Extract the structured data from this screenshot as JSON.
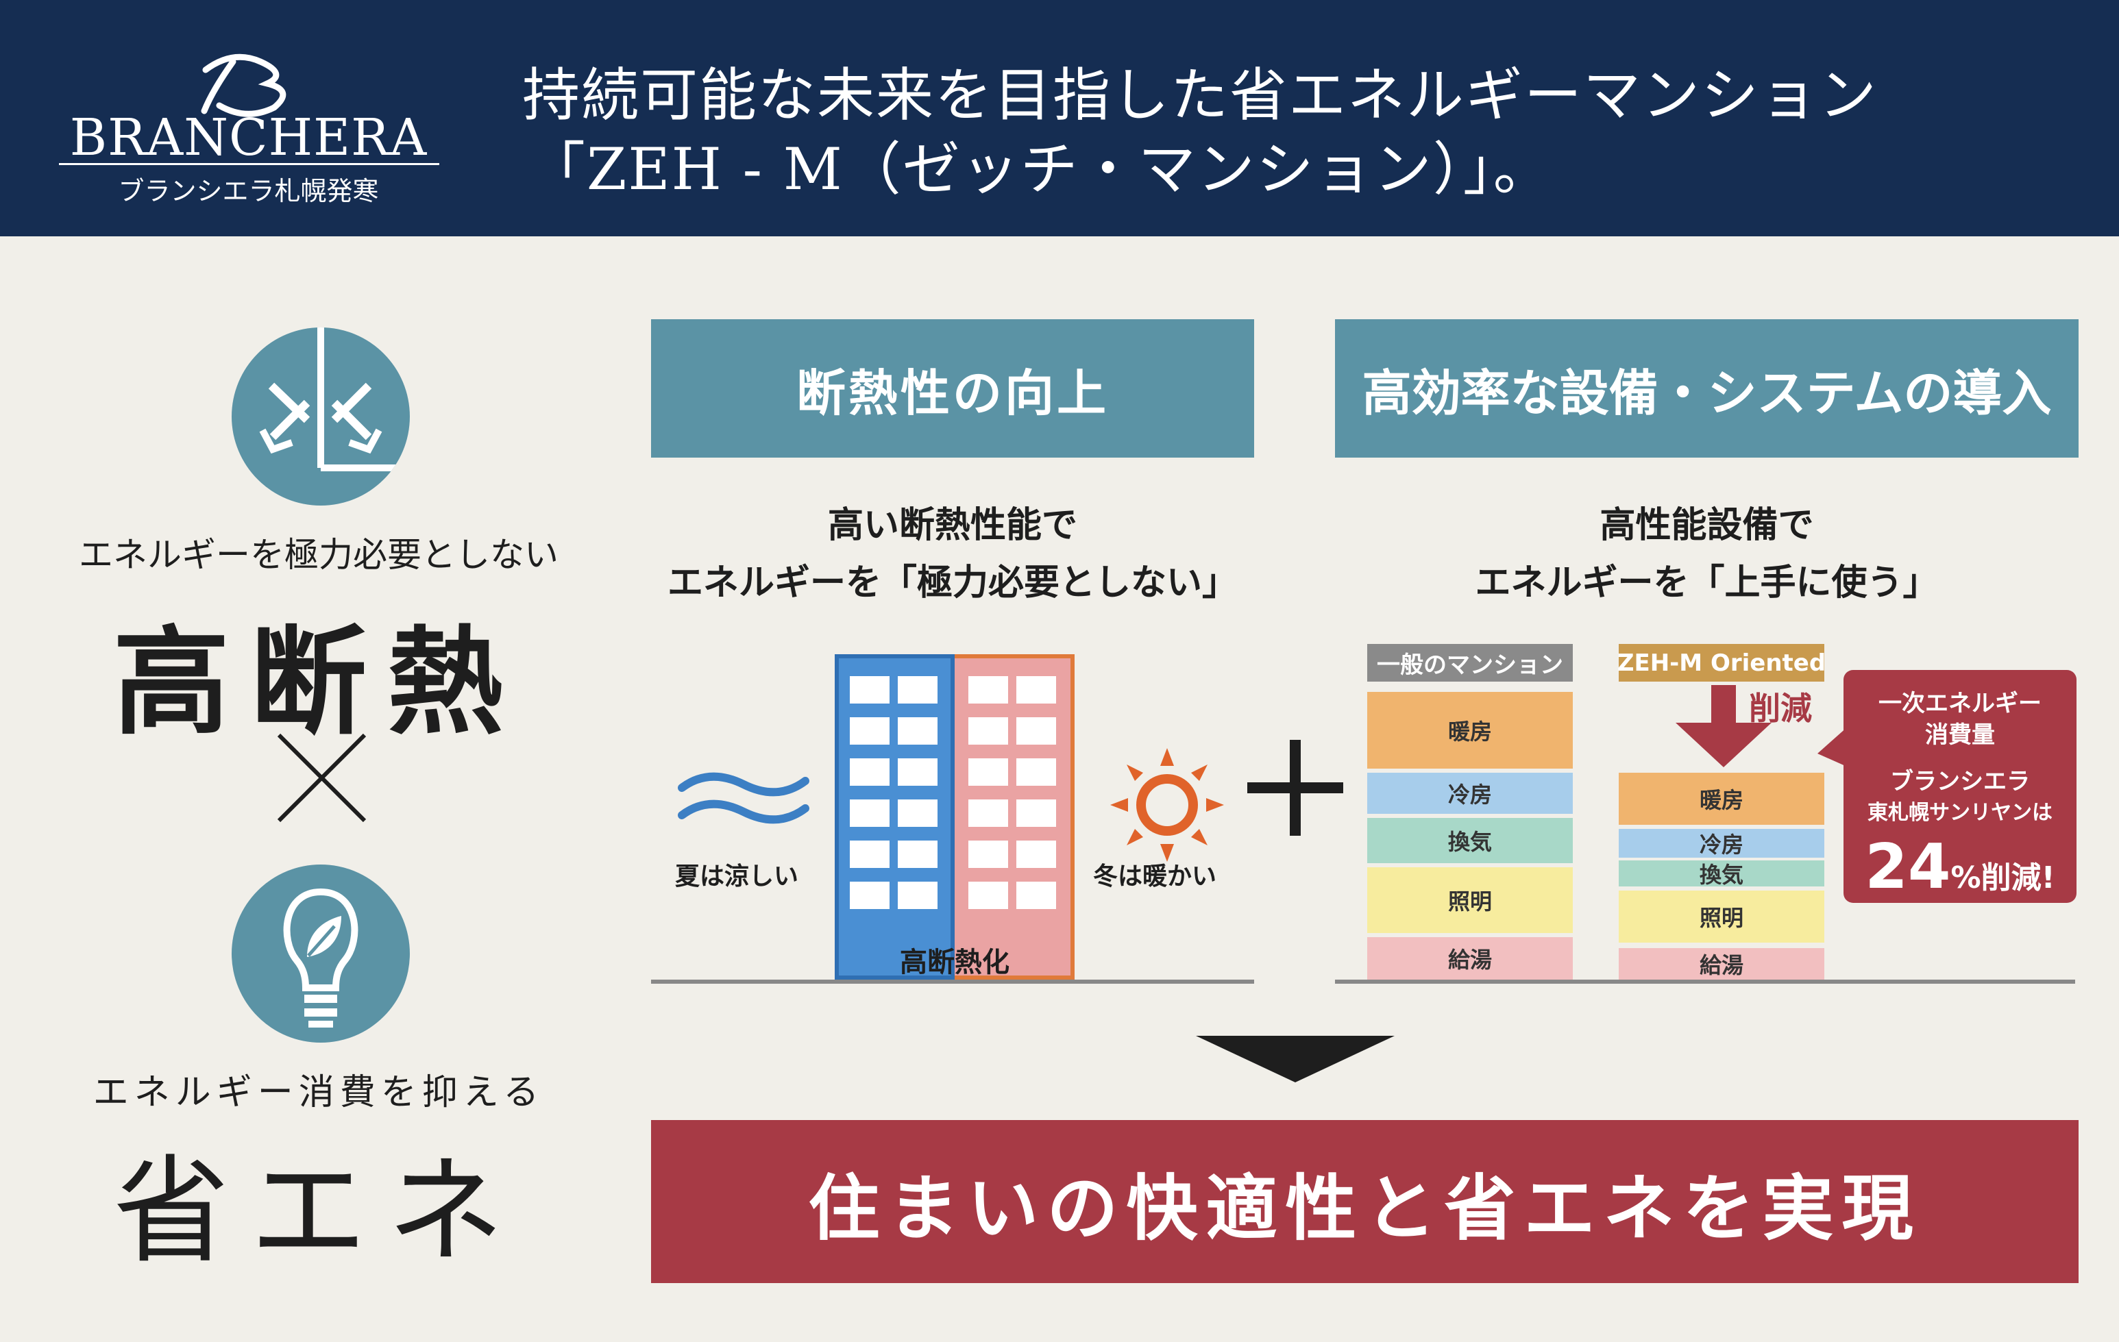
{
  "header": {
    "brand_name": "BRANCHERA",
    "brand_sub": "ブランシエラ札幌発寒",
    "headline_line1": "持続可能な未来を目指した省エネルギーマンション",
    "headline_line2": "「ZEH - M（ゼッチ・マンション）」。"
  },
  "left": {
    "insulation_caption": "エネルギーを極力必要としない",
    "insulation_title": "高断熱",
    "energy_caption": "エネルギー消費を抑える",
    "energy_title": "省エネ"
  },
  "insulation": {
    "header": "断熱性の向上",
    "sub_line1": "高い断熱性能で",
    "sub_line2": "エネルギーを「極力必要としない」",
    "cool_label": "夏は涼しい",
    "warm_label": "冬は暖かい",
    "building_label": "高断熱化"
  },
  "equipment": {
    "header": "高効率な設備・システムの導入",
    "sub_line1": "高性能設備で",
    "sub_line2": "エネルギーを「上手に使う」",
    "general_tag": "一般のマンション",
    "zeh_tag": "ZEH-M Oriented",
    "reduce_label": "削減",
    "segments": {
      "heating": "暖房",
      "cooling": "冷房",
      "ventilation": "換気",
      "lighting": "照明",
      "hot_water": "給湯"
    },
    "callout_line1": "一次エネルギー",
    "callout_line2": "消費量",
    "callout_line3": "ブランシエラ",
    "callout_line4": "東札幌サンリヤンは",
    "callout_number": "24",
    "callout_unit": "%削減!"
  },
  "conclusion": "住まいの快適性と省エネを実現",
  "colors": {
    "navy": "#152d52",
    "teal": "#5b93a5",
    "crimson": "#a73a45",
    "background": "#f1efe9"
  }
}
